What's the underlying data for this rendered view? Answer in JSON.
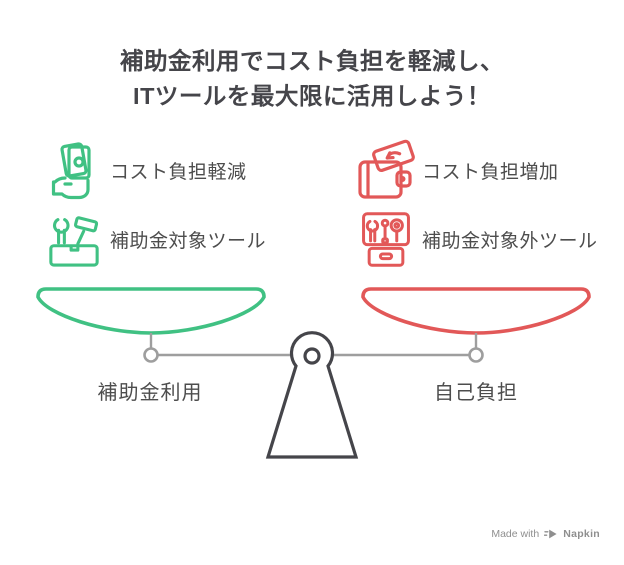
{
  "title": {
    "line1": "補助金利用でコスト負担を軽減し、",
    "line2": "ITツールを最大限に活用しよう！"
  },
  "items": {
    "left": [
      {
        "label": "コスト負担軽減",
        "icon": "money-in-hand-icon"
      },
      {
        "label": "補助金対象ツール",
        "icon": "toolbox-tools-icon"
      }
    ],
    "right": [
      {
        "label": "コスト負担増加",
        "icon": "wallet-money-out-icon"
      },
      {
        "label": "補助金対象外ツール",
        "icon": "open-toolbox-icon"
      }
    ]
  },
  "scale": {
    "left_pan_label": "補助金利用",
    "right_pan_label": "自己負担"
  },
  "credit": {
    "prefix": "Made with",
    "brand": "Napkin"
  },
  "colors": {
    "green": "#40c183",
    "red": "#e25858",
    "dark": "#45454a",
    "text": "#4d4d4d",
    "beam": "#9e9e9e",
    "credit": "#8f8f8f",
    "bg": "#ffffff"
  }
}
